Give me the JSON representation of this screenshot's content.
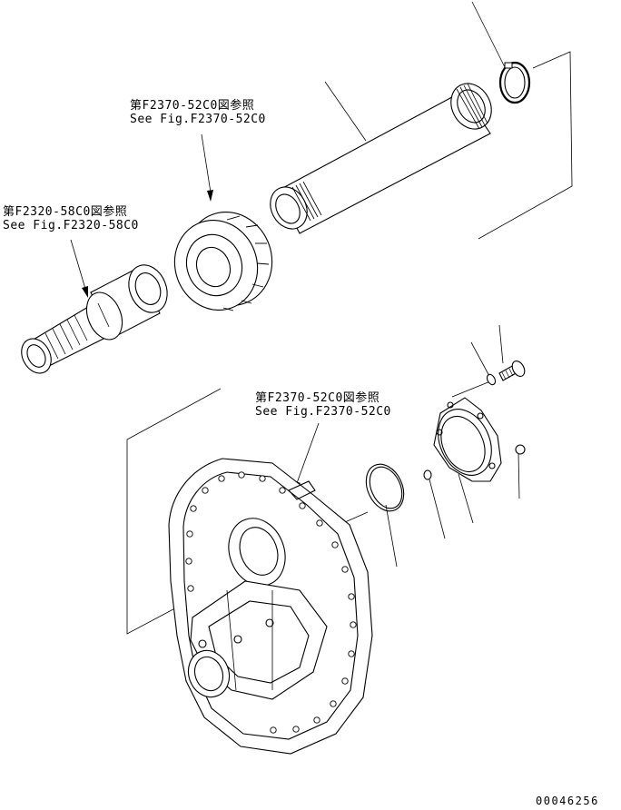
{
  "references": [
    {
      "id": "ref-ring-gear",
      "jp": "第F2370-52C0図参照",
      "en": "See Fig.F2370-52C0"
    },
    {
      "id": "ref-input-shaft",
      "jp": "第F2320-58C0図参照",
      "en": "See Fig.F2320-58C0"
    },
    {
      "id": "ref-housing",
      "jp": "第F2370-52C0図参照",
      "en": "See Fig.F2370-52C0"
    }
  ],
  "drawing_number": "00046256"
}
